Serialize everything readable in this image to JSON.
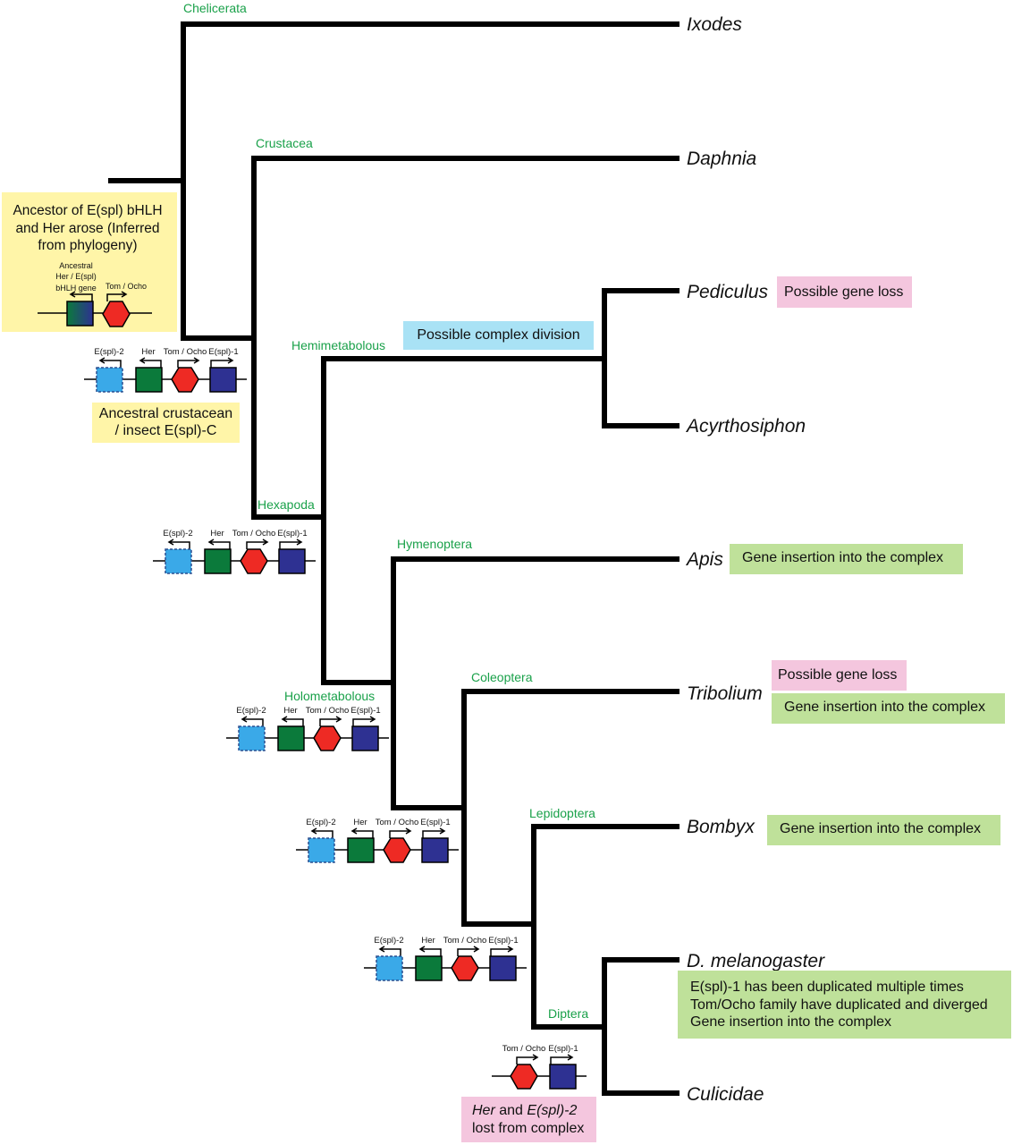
{
  "colors": {
    "clade_label": "#1aa14a",
    "branch": "#000000",
    "espl2": "#3aa9e8",
    "her": "#0b7a3b",
    "tom_ocho": "#ee2a24",
    "espl1": "#2e3192",
    "pink_box": "#f4c6de",
    "green_box": "#bfe19a",
    "blue_box": "#a9e2f5",
    "yellow_box": "#fff5a8"
  },
  "taxa": {
    "ixodes": "Ixodes",
    "daphnia": "Daphnia",
    "pediculus": "Pediculus",
    "acyrthosiphon": "Acyrthosiphon",
    "apis": "Apis",
    "tribolium": "Tribolium",
    "bombyx": "Bombyx",
    "d_melanogaster": "D. melanogaster",
    "culicidae": "Culicidae"
  },
  "clades": {
    "chelicerata": "Chelicerata",
    "crustacea": "Crustacea",
    "hemimetabolous": "Hemimetabolous",
    "hexapoda": "Hexapoda",
    "hymenoptera": "Hymenoptera",
    "holometabolous": "Holometabolous",
    "coleoptera": "Coleoptera",
    "lepidoptera": "Lepidoptera",
    "diptera": "Diptera"
  },
  "gene_labels": {
    "espl2": "E(spl)-2",
    "her": "Her",
    "tom_ocho": "Tom / Ocho",
    "espl1": "E(spl)-1",
    "ancestral_1": "Ancestral",
    "ancestral_2": "Her / E(spl)",
    "ancestral_3": "bHLH gene"
  },
  "annotations": {
    "ancestor_1": "Ancestor of E(spl) bHLH",
    "ancestor_2": "and Her arose (Inferred",
    "ancestor_3": "from phylogeny)",
    "ancestral_c_1": "Ancestral crustacean",
    "ancestral_c_2": "/ insect E(spl)-C",
    "complex_division": "Possible complex division",
    "pediculus_loss": "Possible gene loss",
    "apis_insertion": "Gene insertion into the complex",
    "tribolium_loss": "Possible gene loss",
    "tribolium_insertion": "Gene insertion into the complex",
    "bombyx_insertion": "Gene insertion into the complex",
    "dmel_1": "E(spl)-1 has been duplicated multiple times",
    "dmel_2": "Tom/Ocho family have duplicated and diverged",
    "dmel_3": "Gene insertion into the complex",
    "culicidae_her": "Her",
    "culicidae_and": "and",
    "culicidae_espl2": "E(spl)-2",
    "culicidae_lost": "lost from complex"
  }
}
